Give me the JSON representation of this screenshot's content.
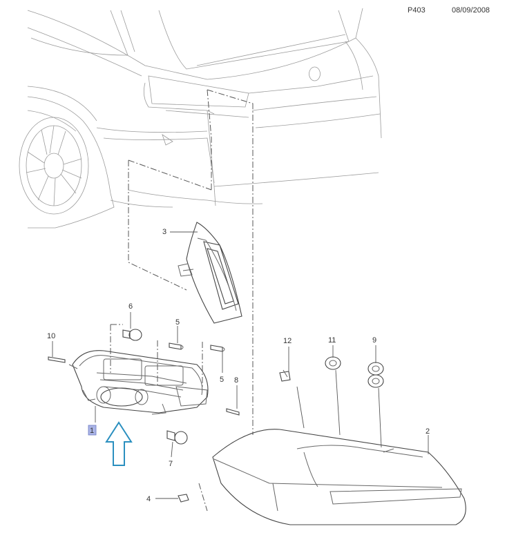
{
  "header": {
    "page_code": "P403",
    "date": "08/09/2008"
  },
  "callouts": {
    "c1": "1",
    "c2": "2",
    "c3": "3",
    "c4": "4",
    "c5a": "5",
    "c5b": "5",
    "c6": "6",
    "c7": "7",
    "c8": "8",
    "c9": "9",
    "c10": "10",
    "c11": "11",
    "c12": "12"
  },
  "colors": {
    "arrow": "#2a8fbf",
    "highlight": "#aab4e6"
  }
}
